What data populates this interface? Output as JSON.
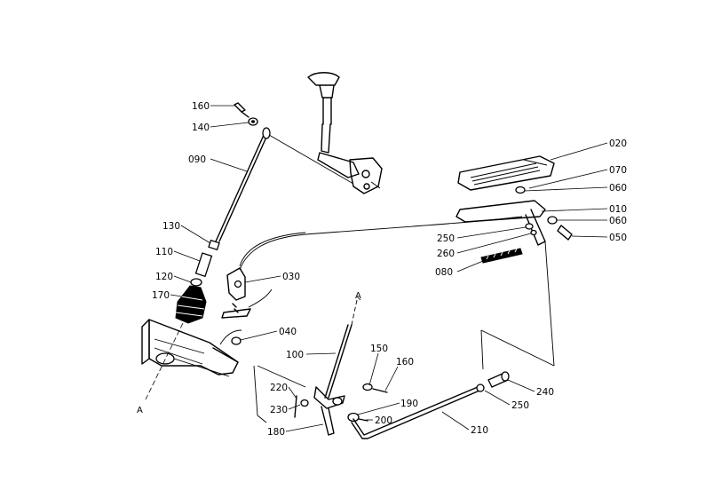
{
  "parts": [
    {
      "id": "p160a",
      "label": "160"
    },
    {
      "id": "p140",
      "label": "140"
    },
    {
      "id": "p090",
      "label": "090"
    },
    {
      "id": "p130",
      "label": "130"
    },
    {
      "id": "p110",
      "label": "110"
    },
    {
      "id": "p120",
      "label": "120"
    },
    {
      "id": "p170",
      "label": "170"
    },
    {
      "id": "p030",
      "label": "030"
    },
    {
      "id": "p040",
      "label": "040"
    },
    {
      "id": "p100",
      "label": "100"
    },
    {
      "id": "p150",
      "label": "150"
    },
    {
      "id": "p160b",
      "label": "160"
    },
    {
      "id": "p220",
      "label": "220"
    },
    {
      "id": "p230",
      "label": "230"
    },
    {
      "id": "p190",
      "label": "190"
    },
    {
      "id": "p200",
      "label": "200"
    },
    {
      "id": "p180",
      "label": "180"
    },
    {
      "id": "p210",
      "label": "210"
    },
    {
      "id": "p250b",
      "label": "250"
    },
    {
      "id": "p240",
      "label": "240"
    },
    {
      "id": "p020",
      "label": "020"
    },
    {
      "id": "p070",
      "label": "070"
    },
    {
      "id": "p060a",
      "label": "060"
    },
    {
      "id": "p010",
      "label": "010"
    },
    {
      "id": "p060b",
      "label": "060"
    },
    {
      "id": "p050",
      "label": "050"
    },
    {
      "id": "p250a",
      "label": "250"
    },
    {
      "id": "p260",
      "label": "260"
    },
    {
      "id": "p080",
      "label": "080"
    }
  ],
  "section_marks": [
    {
      "id": "mark_left",
      "label": "A"
    },
    {
      "id": "mark_mid",
      "label": "A"
    }
  ]
}
